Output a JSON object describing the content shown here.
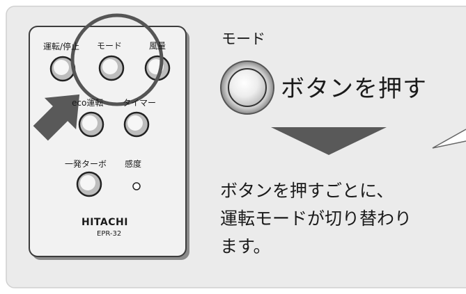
{
  "remote": {
    "buttons": [
      {
        "label": "運転/停止"
      },
      {
        "label": "モード"
      },
      {
        "label": "風量"
      },
      {
        "label": "eco運転"
      },
      {
        "label": "タイマー"
      },
      {
        "label": "一発ターボ"
      },
      {
        "label": "感度"
      }
    ],
    "brand": "HITACHI",
    "model": "EPR-32"
  },
  "instruction": {
    "mode_label": "モード",
    "headline": "ボタンを押す",
    "description": "ボタンを押すごとに、\n運転モードが切り替わり\nます。"
  },
  "colors": {
    "panel": "#ebebeb",
    "panel_border": "#cfcfcf",
    "remote_body": "#f2f2f2",
    "outline": "#3c3c3c",
    "arrow": "#595959",
    "highlight_ring": "#555555"
  }
}
